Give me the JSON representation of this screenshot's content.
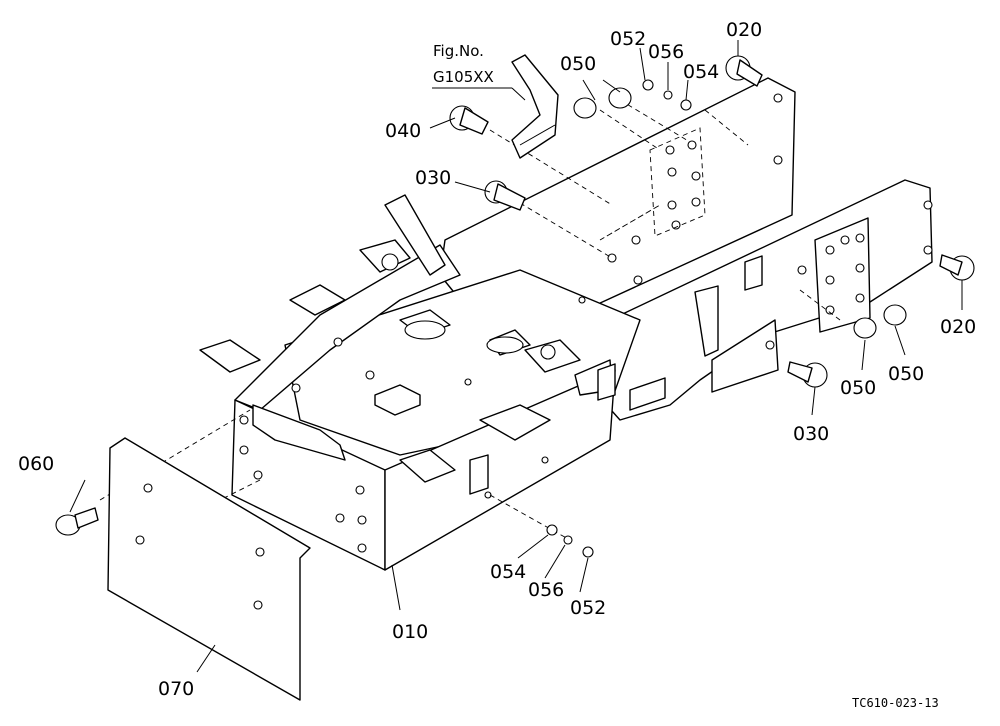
{
  "figure_reference": {
    "line1": "Fig.No.",
    "line2": "G105XX"
  },
  "drawing_code": "TC610-023-13",
  "callouts": {
    "c010": "010",
    "c020_top": "020",
    "c020_right": "020",
    "c030_top": "030",
    "c030_bottom": "030",
    "c040": "040",
    "c050_top": "050",
    "c050_right_a": "050",
    "c050_right_b": "050",
    "c052_top": "052",
    "c052_bottom": "052",
    "c054_top": "054",
    "c054_bottom": "054",
    "c056_top": "056",
    "c056_bottom": "056",
    "c060": "060",
    "c070": "070"
  }
}
